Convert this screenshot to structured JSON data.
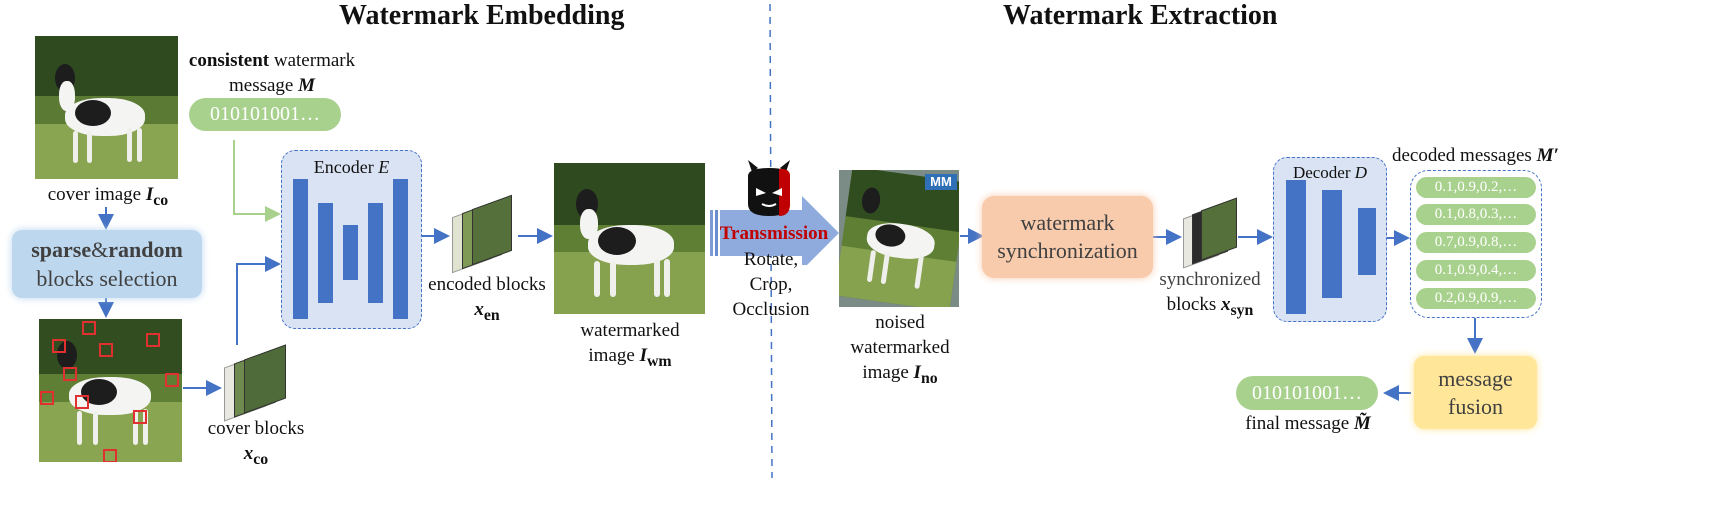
{
  "titles": {
    "embedding": "Watermark Embedding",
    "extraction": "Watermark  Extraction"
  },
  "message": {
    "caption_bold": "consistent",
    "caption_rest": " watermark",
    "caption_line2": "message ",
    "caption_symbol": "M",
    "bits": "010101001…"
  },
  "cover_image": {
    "label": "cover image ",
    "symbol": "I",
    "sub": "co"
  },
  "blocks_selection": {
    "bold1": "sparse",
    "amp": "&",
    "bold2": "random",
    "line2": "blocks selection"
  },
  "cover_blocks": {
    "label": "cover blocks",
    "symbol": "x",
    "sub": "co"
  },
  "encoder": {
    "label": "Encoder ",
    "symbol": "E"
  },
  "encoded_blocks": {
    "label": "encoded blocks",
    "symbol": "x",
    "sub": "en"
  },
  "watermarked_image": {
    "label": "watermarked",
    "line2": "image ",
    "symbol": "I",
    "sub": "wm"
  },
  "transmission": {
    "label": "Transmission",
    "attacks": [
      "Rotate,",
      "Crop,",
      "Occlusion"
    ]
  },
  "noised_image": {
    "line1": "noised",
    "line2": "watermarked",
    "line3": "image ",
    "symbol": "I",
    "sub": "no",
    "logo": "MM"
  },
  "synchronization": {
    "line1": "watermark",
    "line2": "synchronization"
  },
  "synchronized_blocks": {
    "line1": "synchronized",
    "line2": "blocks ",
    "symbol": "x",
    "sub": "syn"
  },
  "decoder": {
    "label": "Decoder ",
    "symbol": "D"
  },
  "decoded_messages": {
    "label": "decoded messages ",
    "symbol": "M′",
    "items": [
      "0.1,0.9,0.2,…",
      "0.1,0.8,0.3,…",
      "0.7,0.9,0.8,…",
      "0.1,0.9,0.4,…",
      "0.2,0.9,0.9,…"
    ]
  },
  "fusion": {
    "line1": "message",
    "line2": "fusion"
  },
  "final_message": {
    "bits": "010101001…",
    "label": "final message  ",
    "symbol": "M̃"
  },
  "colors": {
    "arrow": "#4472c4",
    "green_arrow": "#a9d18e",
    "message_pill": "#a9d18e",
    "net_fill": "#dae3f3",
    "selection_fill": "#bdd7ee",
    "sync_fill": "#f8cbad",
    "fusion_fill": "#ffe699",
    "transmission_text": "#c00000"
  }
}
